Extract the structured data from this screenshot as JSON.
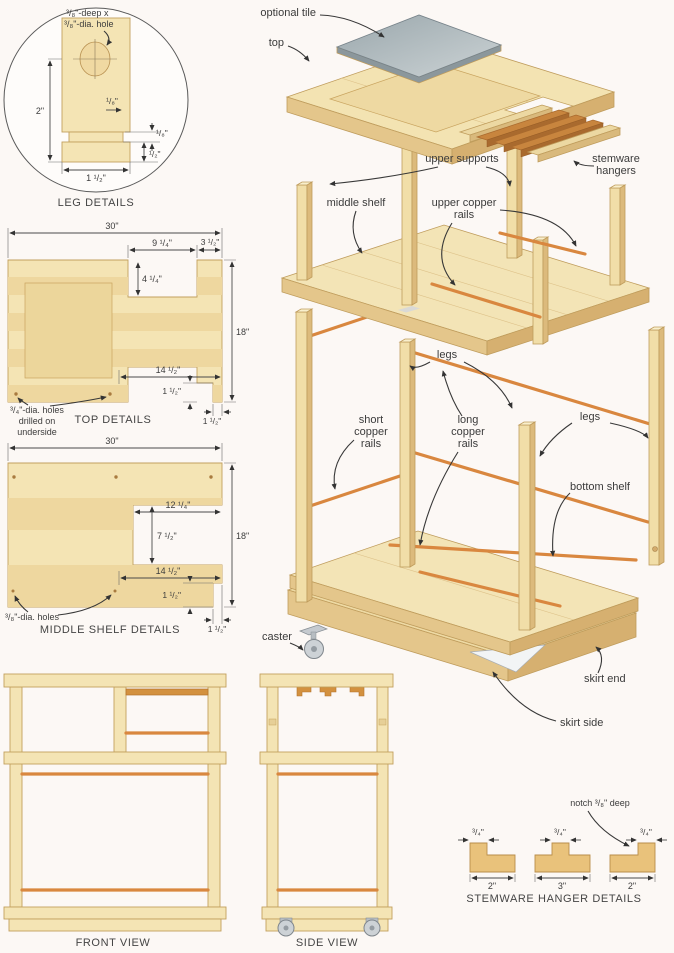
{
  "palette": {
    "background": "#fcf8f5",
    "wood_light": "#f7e9c0",
    "wood_mid": "#f0dca6",
    "wood_dark": "#e3c489",
    "wood_deep": "#d4ac6e",
    "copper": "#d9873f",
    "hanger_brown": "#c8853e",
    "tile_gray": "#a8b4b8",
    "line": "#3c3c3c"
  },
  "leg": {
    "title": "LEG DETAILS",
    "note1": "³/₈\"-deep x",
    "note2": "³/₈\"-dia. hole",
    "d_height": "2\"",
    "d_eighth_a": "¹/₈\"",
    "d_eighth_b": "¹/₈\"",
    "d_half": "¹/₂\"",
    "d_width": "1 ¹/₂\""
  },
  "top": {
    "title": "TOP DETAILS",
    "d_width": "30\"",
    "d_notch_w": "9 ¹/₄\"",
    "d_corner": "3 ¹/₂\"",
    "d_notch_d": "4 ¹/₄\"",
    "d_depth": "18\"",
    "d_bottom": "14 ¹/₂\"",
    "d_step_v": "1 ¹/₂\"",
    "d_step_h": "1 ¹/₂\"",
    "note1": "³/₄\"-dia. holes",
    "note2": "drilled on",
    "note3": "underside"
  },
  "mid": {
    "title": "MIDDLE SHELF DETAILS",
    "d_width": "30\"",
    "d_notch_w": "12 ¹/₄\"",
    "d_notch_d": "7 ¹/₂\"",
    "d_depth": "18\"",
    "d_bottom": "14 ¹/₂\"",
    "d_step_v": "1 ¹/₂\"",
    "d_step_h": "1 ¹/₂\"",
    "note": "³/₈\"-dia. holes"
  },
  "front": {
    "title": "FRONT VIEW"
  },
  "side": {
    "title": "SIDE VIEW"
  },
  "stem": {
    "title": "STEMWARE HANGER DETAILS",
    "note": "notch ³/₈\" deep",
    "tabs": [
      "³/₄\"",
      "³/₄\"",
      "³/₄\""
    ],
    "bases": [
      "2\"",
      "3\"",
      "2\""
    ]
  },
  "x": {
    "optional_tile": "optional tile",
    "top": "top",
    "upper_supports": "upper supports",
    "middle_shelf": "middle shelf",
    "upper_copper_1": "upper copper",
    "upper_copper_2": "rails",
    "stemware_1": "stemware",
    "stemware_2": "hangers",
    "legs_mid": "legs",
    "legs_right": "legs",
    "short_1": "short",
    "short_2": "copper",
    "short_3": "rails",
    "long_1": "long",
    "long_2": "copper",
    "long_3": "rails",
    "bottom_shelf": "bottom shelf",
    "caster": "caster",
    "skirt_end": "skirt end",
    "skirt_side": "skirt side"
  }
}
